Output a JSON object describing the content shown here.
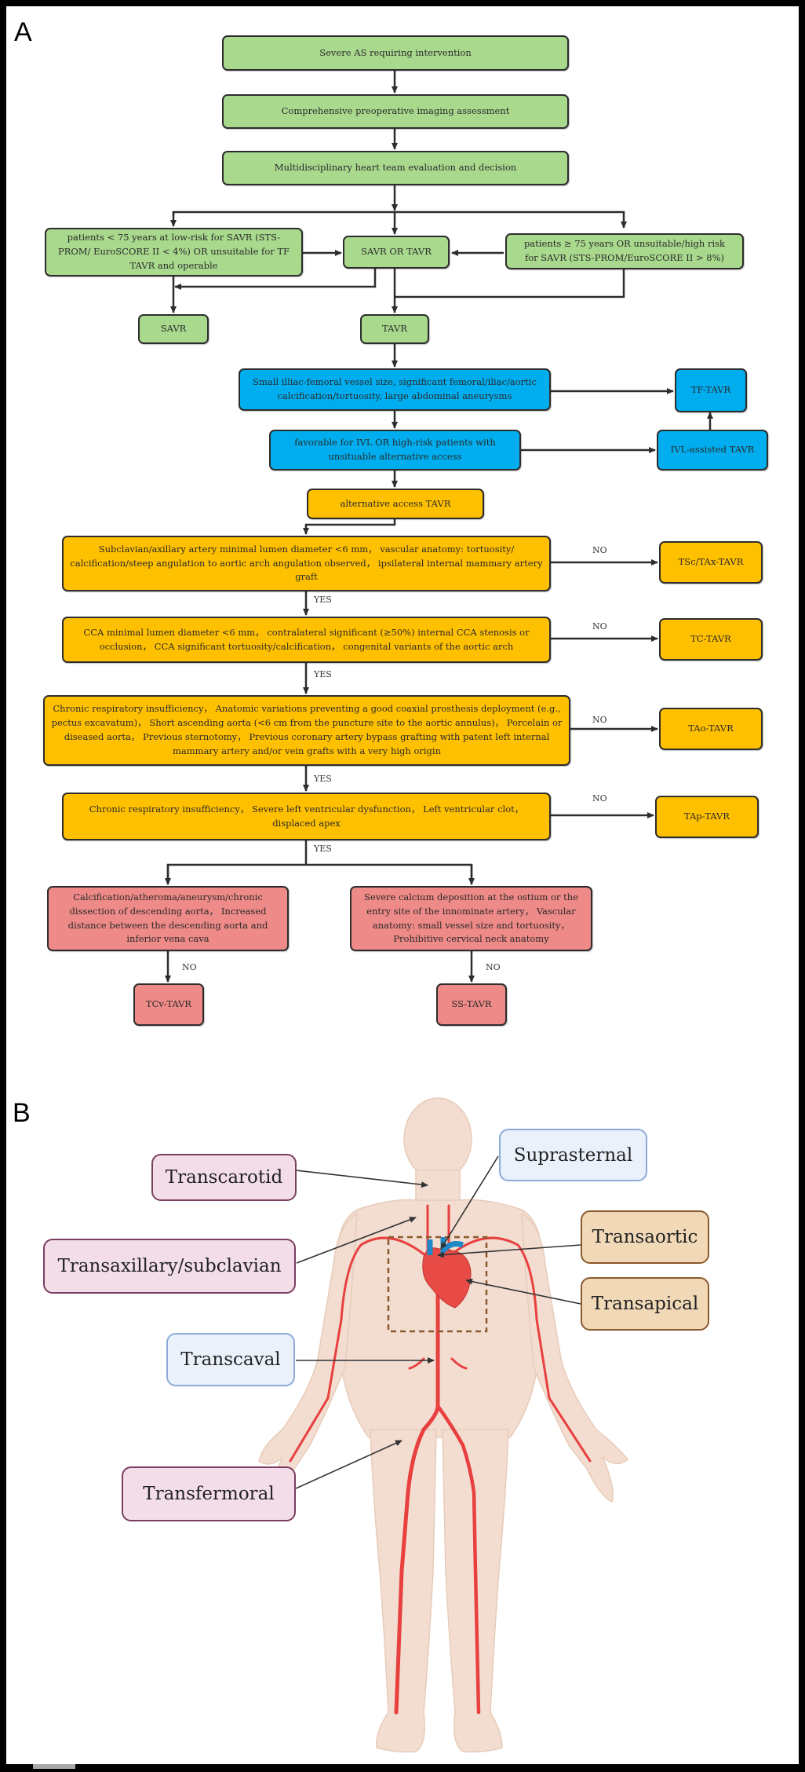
{
  "panel_a": {
    "label": "A",
    "nodes": {
      "severe_as": "Severe AS requiring intervention",
      "imaging": "Comprehensive preoperative imaging assessment",
      "heart_team": "Multidisciplinary heart team evaluation and decision",
      "low_risk": "patients < 75 years at low-risk for SAVR (STS-PROM/ EuroSCORE II < 4%) OR unsuitable for TF TAVR and operable",
      "savr_or_tavr": "SAVR OR TAVR",
      "high_risk": "patients ≥ 75 years OR unsuitable/high risk for SAVR (STS-PROM/EuroSCORE II > 8%)",
      "savr": "SAVR",
      "tavr": "TAVR",
      "iliac_check": "Small illiac-femoral vessel size, significant femoral/iliac/aortic calcification/tortuosity, large abdominal aneurysms",
      "tf_tavr": "TF-TAVR",
      "ivl_check": "favorable for IVL OR high-risk patients with unsituable alternative access",
      "ivl_tavr": "IVL-assisted TAVR",
      "alt_access": "alternative access TAVR",
      "subclavian_check": "Subclavian/axillary artery minimal lumen diameter <6 mm， vascular anatomy: tortuosity/ calcification/steep angulation to aortic arch angulation observed， ipsilateral internal mammary artery graft",
      "tsc_tavr": "TSc/TAx-TAVR",
      "cca_check": "CCA minimal lumen diameter <6 mm， contralateral significant (≥50%) internal CCA stenosis or occlusion， CCA significant tortuosity/calcification， congenital variants of the aortic arch",
      "tc_tavr": "TC-TAVR",
      "aortic_check": "Chronic respiratory insufficiency， Anatomic variations preventing a good coaxial prosthesis deployment (e.g., pectus excavatum)， Short ascending aorta (<6 cm from the puncture site to the aortic annulus)， Porcelain or diseased aorta， Previous sternotomy， Previous coronary artery bypass grafting with patent left internal mammary artery and/or vein grafts with a very high origin",
      "tao_tavr": "TAo-TAVR",
      "apical_check": "Chronic respiratory insufficiency， Severe left ventricular dysfunction， Left ventricular clot， displaced apex",
      "tap_tavr": "TAp-TAVR",
      "caval_check": "Calcification/atheroma/aneurysm/chronic dissection of descending aorta， Increased distance between the descending aorta and inferior vena cava",
      "tcv_tavr": "TCv-TAVR",
      "ss_check": "Severe calcium deposition at the ostium or the entry site of the innominate artery， Vascular anatomy: small vessel size and tortuosity， Prohibitive cervical neck anatomy",
      "ss_tavr": "SS-TAVR"
    },
    "edge_labels": {
      "no": "NO",
      "yes": "YES"
    },
    "colors": {
      "green": "#a8d98d",
      "blue": "#00aeef",
      "orange": "#ffc000",
      "red": "#ee8a87",
      "line": "#2d2d2d"
    }
  },
  "panel_b": {
    "label": "B",
    "access_routes": {
      "transcarotid": "Transcarotid",
      "suprasternal": "Suprasternal",
      "transaxillary": "Transaxillary/subclavian",
      "transaortic": "Transaortic",
      "transapical": "Transapical",
      "transcaval": "Transcaval",
      "transfemoral": "Transfermoral"
    },
    "illustration": "human-body-arterial-system"
  }
}
